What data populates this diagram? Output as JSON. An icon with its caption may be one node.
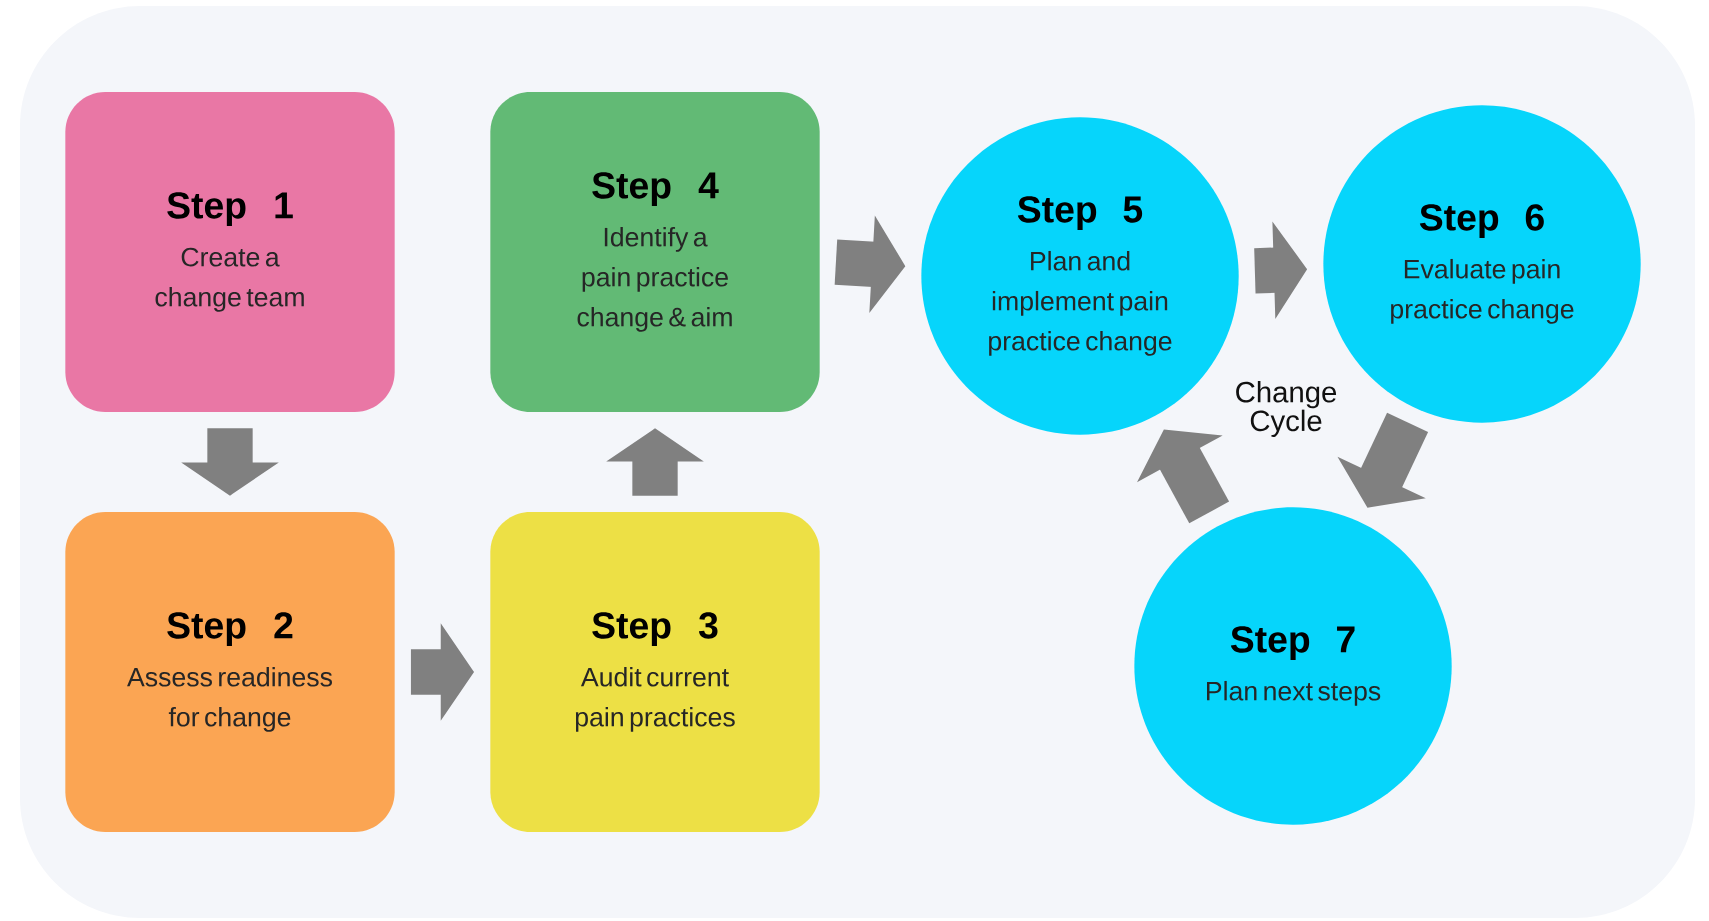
{
  "diagram": {
    "nodes": [
      {
        "text": [
          "Step 1",
          "Create a change team"
        ]
      },
      {
        "text": [
          "Step 2",
          "Assess readiness for change"
        ]
      },
      {
        "text": [
          "Step 3",
          "Audit current pain practices"
        ]
      },
      {
        "text": [
          "Step 4",
          "Identify a pain practice change & aim"
        ]
      },
      {
        "text": [
          "Step 5",
          "Plan and implement pain practice change"
        ]
      },
      {
        "text": [
          "Step 6",
          "Evaluate pain practice change"
        ]
      },
      {
        "text": [
          "Step 7",
          "Plan next steps"
        ]
      }
    ],
    "edges": [
      {
        "from": 0,
        "to": 1,
        "arrow": "to"
      },
      {
        "from": 1,
        "to": 2,
        "arrow": "to"
      },
      {
        "from": 2,
        "to": 3,
        "arrow": "to"
      },
      {
        "from": 3,
        "to": 4,
        "arrow": "to"
      },
      {
        "from": 4,
        "to": 5,
        "arrow": "to"
      },
      {
        "from": 5,
        "to": 6,
        "arrow": "to"
      },
      {
        "from": 6,
        "to": 4,
        "arrow": "to"
      }
    ],
    "labels": [
      "Change Cycle"
    ]
  }
}
